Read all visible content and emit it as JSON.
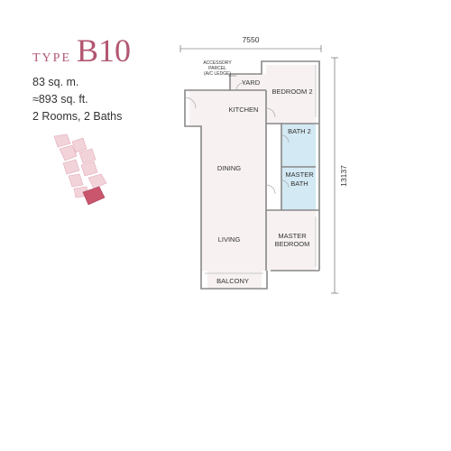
{
  "unit": {
    "type_word": "TYPE",
    "type_code": "B10",
    "area_sqm": "83 sq. m.",
    "area_sqft": "≈893 sq. ft.",
    "rooms_baths": "2 Rooms, 2 Baths"
  },
  "plan": {
    "dim_width": "7550",
    "dim_height": "13137",
    "rooms": {
      "accessory_parcel_1": "ACCESSORY",
      "accessory_parcel_2": "PARCEL",
      "accessory_parcel_3": "(A/C LEDGE)",
      "yard": "YARD",
      "bedroom2": "BEDROOM 2",
      "kitchen": "KITCHEN",
      "bath2": "BATH 2",
      "master_bath_1": "MASTER",
      "master_bath_2": "BATH",
      "dining": "DINING",
      "living": "LIVING",
      "master_bedroom_1": "MASTER",
      "master_bedroom_2": "BEDROOM",
      "balcony": "BALCONY"
    }
  },
  "colors": {
    "accent": "#b25671",
    "room_fill": "#f7f1f1",
    "bath_fill": "#d3e9f3",
    "wall": "#888888",
    "keyplan_highlight": "#c9566d",
    "keyplan_base": "#f2d3da"
  }
}
